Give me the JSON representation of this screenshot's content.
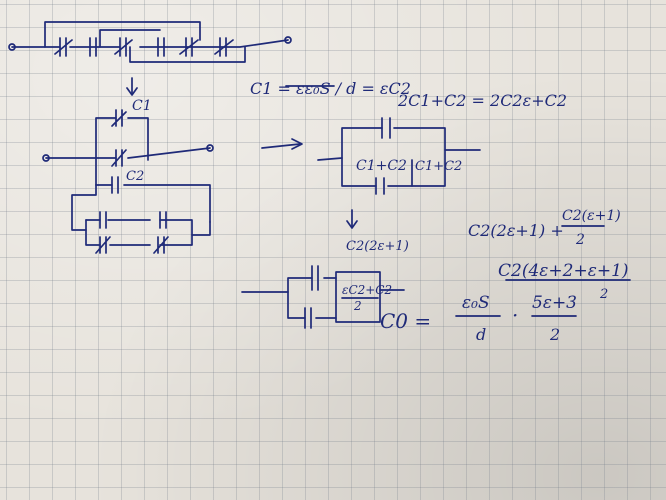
{
  "photo": {
    "subject": "handwritten-capacitor-circuit-notes",
    "ink_color": "#1f2a78",
    "paper_color": "#e7e3dc",
    "grid_color": "#8a929e"
  },
  "labels": {
    "c1_mark": "C1",
    "c2_mark": "C2",
    "eq_c1": "C1 = εε₀S / d = εC2",
    "eq_2c1": "2C1+C2 = 2C2ε+C2",
    "box_c1c2_a": "C1+C2",
    "box_c1c2_b": "C1+C2",
    "c2_2e1": "C2(2ε+1)",
    "frac_top": "εC2+C2",
    "frac_bot": "2",
    "sum_left": "C2(2ε+1) +",
    "sum_frac_top": "C2(ε+1)",
    "sum_frac_bot": "2",
    "result_num": "C2(4ε+2+ε+1)",
    "result_den": "2",
    "c0_label": "C0 =",
    "c0_frac_top": "ε₀S",
    "c0_frac_bot": "d",
    "dot": "·",
    "c0_frac2_top": "5ε+3",
    "c0_frac2_bot": "2"
  }
}
